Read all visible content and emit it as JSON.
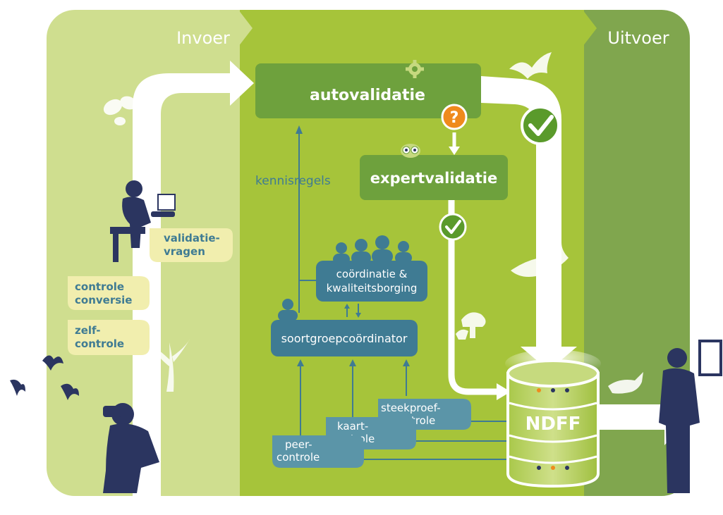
{
  "sections": {
    "input": "Invoer",
    "output": "Uitvoer"
  },
  "boxes": {
    "autovalidation": "autovalidatie",
    "expertvalidation": "expertvalidatie",
    "coordination_line1": "coördinatie &",
    "coordination_line2": "kwaliteitsborging",
    "speciesgroup": "soortgroepcoördinator",
    "database": "NDFF"
  },
  "labels": {
    "knowledge_rules": "kennisregels",
    "validation_q_line1": "validatie-",
    "validation_q_line2": "vragen",
    "conversion_line1": "controle",
    "conversion_line2": "conversie",
    "self_line1": "zelf-",
    "self_line2": "controle"
  },
  "controls": {
    "sample_line1": "steekproef-",
    "sample_line2": "controle",
    "map_line1": "kaart-",
    "map_line2": "controle",
    "peer_line1": "peer-",
    "peer_line2": "controle"
  },
  "colors": {
    "light_green": "#cddd8a",
    "mid_green": "#a6c43a",
    "dark_green": "#7ea64a",
    "box_green": "#6ea13d",
    "navy": "#2b3560",
    "teal": "#3f7b93",
    "cream": "#f1eeae",
    "orange": "#ef8a1d",
    "check_green": "#5a9a2b"
  }
}
